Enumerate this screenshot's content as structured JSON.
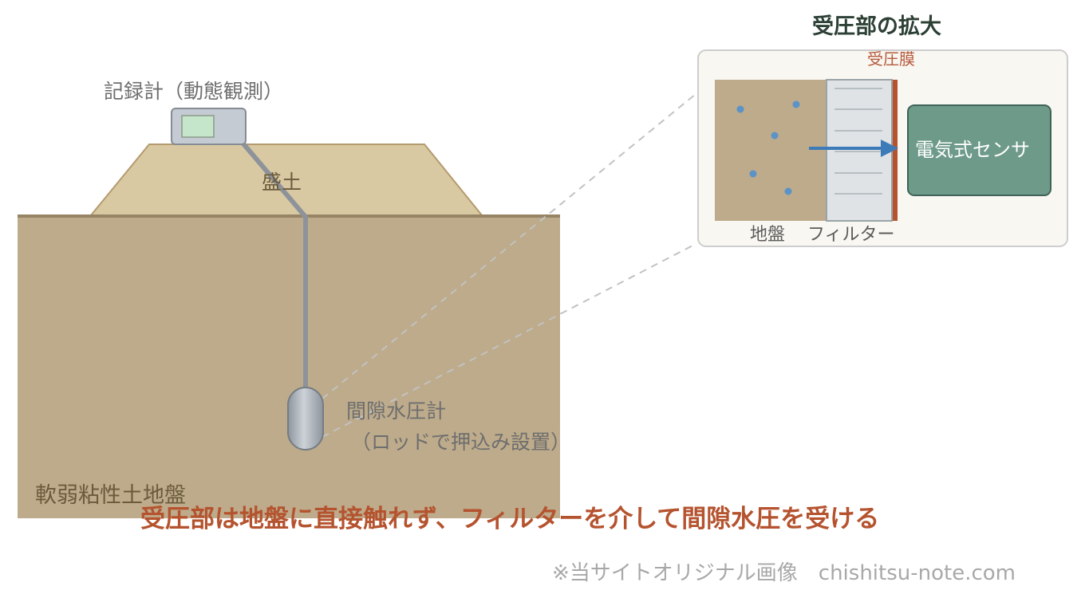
{
  "labels": {
    "logger": "記録計（動態観測）",
    "embankment": "盛土",
    "soft_ground": "軟弱粘性土地盤",
    "piezometer": "間隙水圧計",
    "piezometer_note": "（ロッドで押込み設置）",
    "zoom_title": "受圧部の拡大",
    "diaphragm": "受圧膜",
    "sensor": "電気式センサ",
    "soil": "地盤",
    "filter": "フィルター",
    "caption": "受圧部は地盤に直接触れず、フィルターを介して間隙水圧を受ける",
    "credit": "※当サイトオリジナル画像　chishitsu-note.com"
  },
  "colors": {
    "ground": "#bdab8b",
    "embankment": "#d8c9a3",
    "rod": "#8e939a",
    "filter": "#dfe3e6",
    "diaphragm": "#b5532f",
    "sensor": "#6e9a8a",
    "arrow": "#3c7bb8",
    "caption": "#b5532f"
  }
}
